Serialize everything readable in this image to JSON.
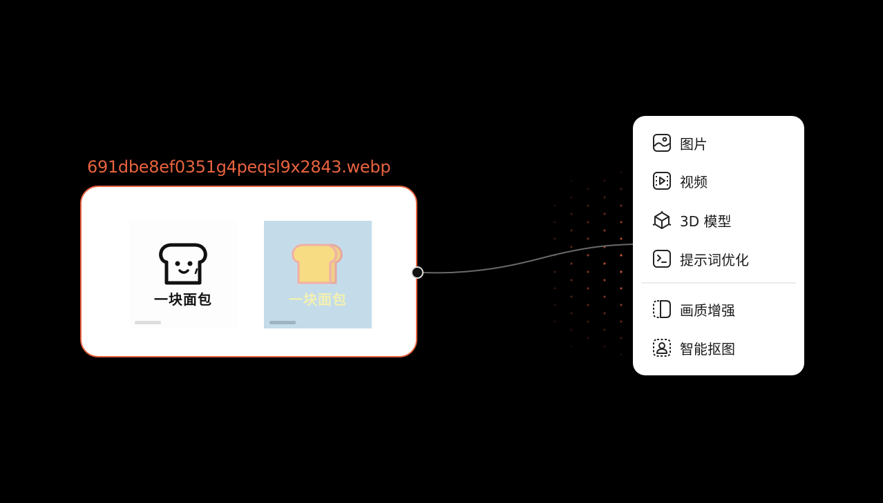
{
  "node": {
    "filename": "691dbe8ef0351g4peqsl9x2843.webp",
    "accent_color": "#e8633f",
    "thumbnails": [
      {
        "caption": "一块面包",
        "icon": "toast-face-icon"
      },
      {
        "caption": "一块面包",
        "icon": "toast-icon"
      }
    ]
  },
  "menu": {
    "items": [
      {
        "label": "图片",
        "icon": "image-icon"
      },
      {
        "label": "视频",
        "icon": "video-icon"
      },
      {
        "label": "3D 模型",
        "icon": "cube-icon"
      },
      {
        "label": "提示词优化",
        "icon": "terminal-icon"
      },
      {
        "label": "画质增强",
        "icon": "enhance-icon"
      },
      {
        "label": "智能抠图",
        "icon": "portrait-cutout-icon"
      }
    ]
  }
}
